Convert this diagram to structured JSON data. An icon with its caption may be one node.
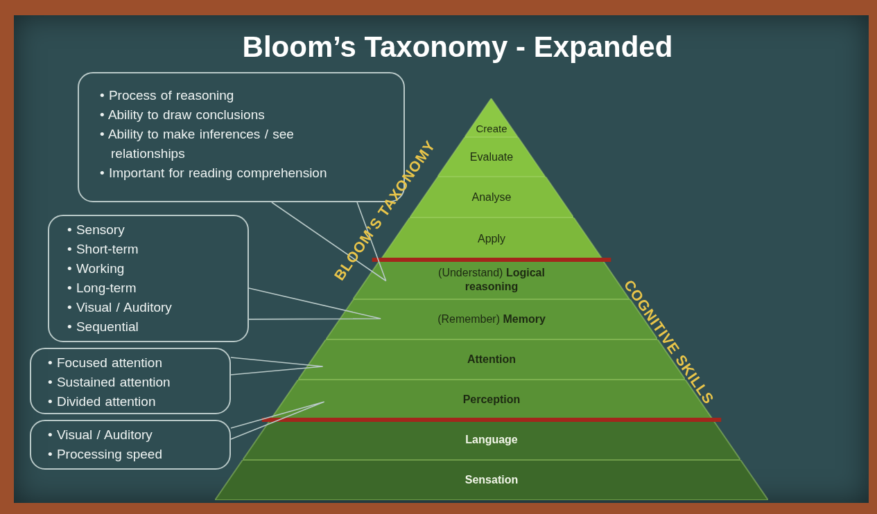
{
  "diagram": {
    "title": "Bloom’s Taxonomy - Expanded",
    "nodes": [
      {
        "text": [
          "• Process of reasoning",
          "• Ability to draw conclusions",
          "• Ability to make inferences / see relationships",
          "• Important for reading comprehension"
        ]
      },
      {
        "text": [
          "• Sensory",
          "• Short-term",
          "• Working",
          "• Long-term",
          "• Visual / Auditory",
          "• Sequential"
        ]
      },
      {
        "text": [
          "• Focused attention",
          "• Sustained attention",
          "• Divided attention"
        ]
      },
      {
        "text": [
          "• Visual / Auditory",
          "• Processing speed"
        ]
      },
      {
        "text": [
          "Create"
        ]
      },
      {
        "text": [
          "Evaluate"
        ]
      },
      {
        "text": [
          "Analyse"
        ]
      },
      {
        "text": [
          "Apply"
        ]
      },
      {
        "text": [
          "(Understand) **Logical reasoning**"
        ]
      },
      {
        "text": [
          "(Remember) **Memory**"
        ]
      },
      {
        "text": [
          "Attention"
        ]
      },
      {
        "text": [
          "Perception"
        ]
      },
      {
        "text": [
          "Language"
        ]
      },
      {
        "text": [
          "Sensation"
        ]
      }
    ],
    "edges": [
      {
        "from": 0,
        "to": 8,
        "arrow": "none"
      },
      {
        "from": 1,
        "to": 9,
        "arrow": "none"
      },
      {
        "from": 2,
        "to": 10,
        "arrow": "none"
      },
      {
        "from": 3,
        "to": 11,
        "arrow": "none"
      }
    ],
    "labels": [
      "BLOOM’S TAXONOMY",
      "COGNITIVE SKILLS"
    ]
  }
}
